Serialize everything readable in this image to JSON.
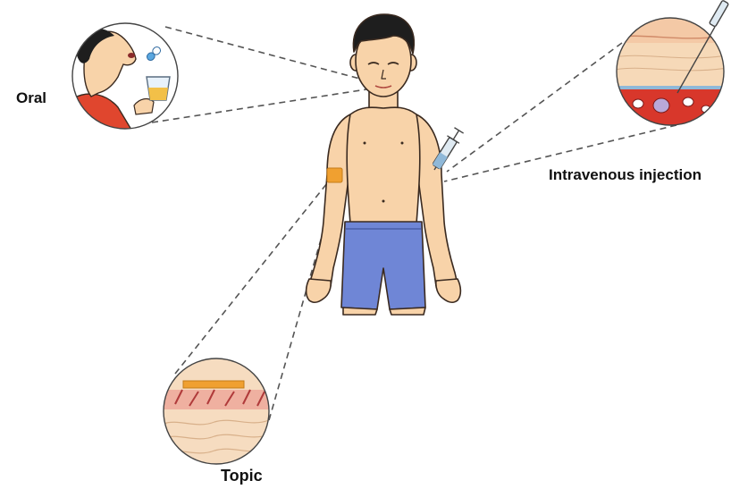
{
  "routes": {
    "oral": "Oral",
    "intravenous": "Intravenous injection",
    "topic": "Topic"
  },
  "colors": {
    "skin": "#f8d3a9",
    "skin_outline": "#3a2a20",
    "hair": "#1e1e1e",
    "shorts": "#6f86d6",
    "patch": "#f0a030",
    "blood": "#d8372b",
    "tissue": "#f6d9b8",
    "shirt": "#e0462e",
    "leader_line": "#555555"
  },
  "icons": [
    "person-figure",
    "drinking-person-icon",
    "pill-capsule-icon",
    "water-glass-icon",
    "syringe-icon",
    "blood-vessel-cross-section",
    "skin-patch-cross-section",
    "medical-patch-icon"
  ]
}
